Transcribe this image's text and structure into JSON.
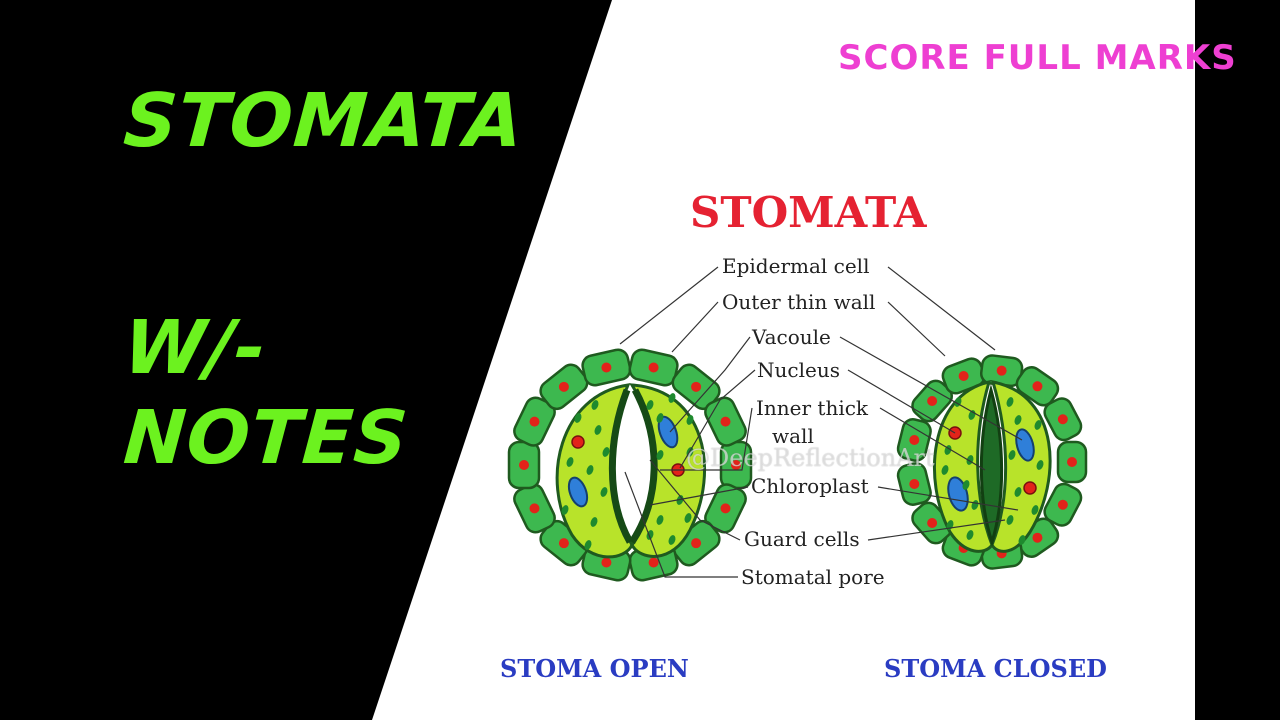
{
  "left_panel": {
    "title_line1": "STOMATA",
    "title_line2": "W/-",
    "title_line3": "NOTES",
    "color": "#6cf21f"
  },
  "tagline": "SCORE FULL MARKS",
  "diagram": {
    "title": "STOMATA",
    "labels": {
      "epidermal_cell": "Epidermal cell",
      "outer_thin_wall": "Outer thin wall",
      "vacoule": "Vacoule",
      "nucleus": "Nucleus",
      "inner_thick_wall_1": "Inner thick",
      "inner_thick_wall_2": "wall",
      "chloroplast": "Chloroplast",
      "guard_cells": "Guard cells",
      "stomatal_pore": "Stomatal pore"
    },
    "captions": {
      "open": "STOMA OPEN",
      "closed": "STOMA CLOSED"
    },
    "watermark": "@DeepReflectionArt"
  },
  "colors": {
    "background_left": "#000000",
    "background_right": "#ffffff",
    "epidermal_green": "#3db84f",
    "guard_cell_green": "#b8e32a",
    "chloroplast": "#1e8a2e",
    "nucleus_red": "#e2231a",
    "vacuole_blue": "#2f7fd9"
  }
}
